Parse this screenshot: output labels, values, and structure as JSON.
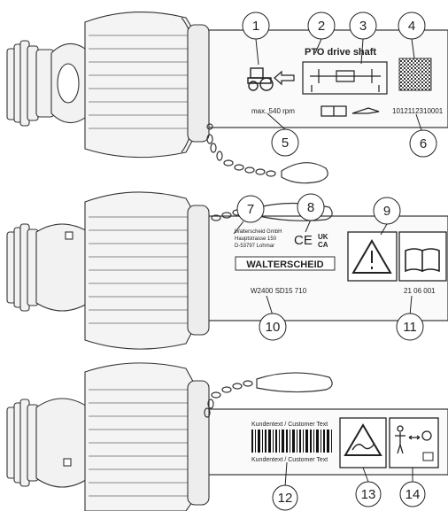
{
  "shaft1": {
    "label_title": "PTO drive shaft",
    "rpm": "max. 540 rpm",
    "serial": "1012112310001"
  },
  "shaft2": {
    "addr1": "Walterscheid GmbH",
    "addr2": "Hauptstrasse 150",
    "addr3": "D-53797 Lohmar",
    "ce": "CE",
    "uk": "UK",
    "ca": "CA",
    "brand": "WALTERSCHEID",
    "model": "W2400 SD15 710",
    "date": "21 06 001"
  },
  "shaft3": {
    "customer_top": "Kundentext / Customer Text",
    "customer_bottom": "Kundentext / Customer Text"
  },
  "callouts": [
    "1",
    "2",
    "3",
    "4",
    "5",
    "6",
    "7",
    "8",
    "9",
    "10",
    "11",
    "12",
    "13",
    "14"
  ]
}
